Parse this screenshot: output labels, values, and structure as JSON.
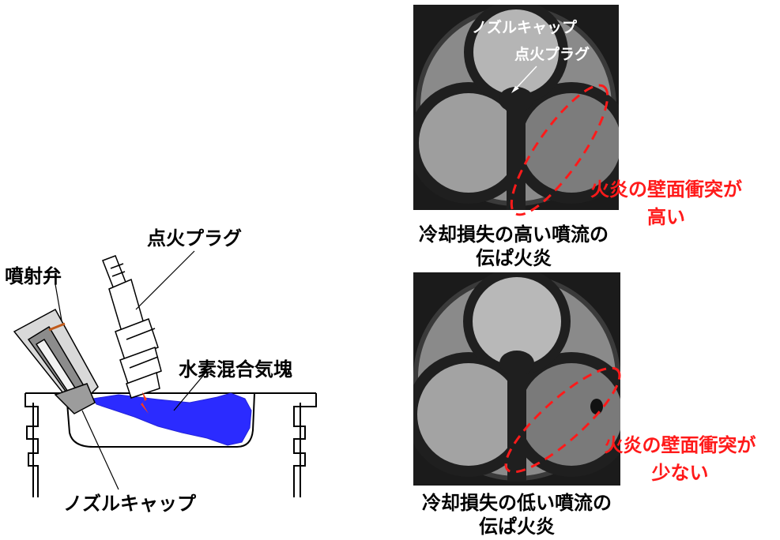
{
  "left_diagram": {
    "spark_plug_label": "点火プラグ",
    "injector_label": "噴射弁",
    "mixture_label": "水素混合気塊",
    "nozzle_cap_label": "ノズルキャップ"
  },
  "top_photo": {
    "nozzle_cap_label": "ノズルキャップ",
    "spark_plug_label": "点火プラグ",
    "annotation_line1": "火炎の壁面衝突が",
    "annotation_line2": "高い",
    "caption_line1": "冷却損失の高い噴流の",
    "caption_line2": "伝ぱ火炎"
  },
  "bottom_photo": {
    "annotation_line1": "火炎の壁面衝突が",
    "annotation_line2": "少ない",
    "caption_line1": "冷却損失の低い噴流の",
    "caption_line2": "伝ぱ火炎"
  },
  "colors": {
    "mixture": "#2b2bff",
    "annotation": "#ff1a1a",
    "photo_background": "#1b1b1b"
  }
}
